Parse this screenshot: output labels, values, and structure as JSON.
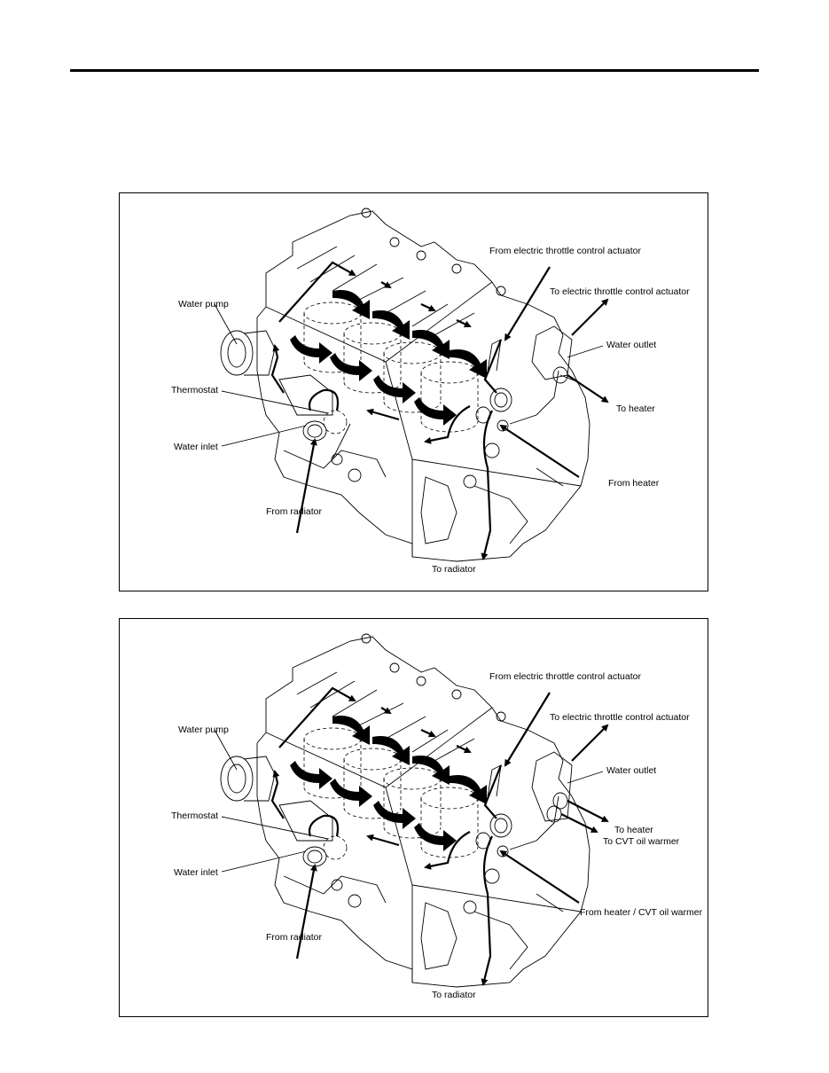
{
  "diagrams": [
    {
      "labels": {
        "from_etc": "From electric throttle control actuator",
        "to_etc": "To electric throttle control actuator",
        "water_pump": "Water pump",
        "water_outlet": "Water outlet",
        "thermostat": "Thermostat",
        "to_heater": "To heater",
        "water_inlet": "Water inlet",
        "from_heater": "From heater",
        "from_radiator": "From radiator",
        "to_radiator": "To radiator"
      }
    },
    {
      "labels": {
        "from_etc": "From electric throttle control actuator",
        "to_etc": "To electric throttle control actuator",
        "water_pump": "Water pump",
        "water_outlet": "Water outlet",
        "thermostat": "Thermostat",
        "to_heater": "To heater",
        "to_cvt": "To CVT oil warmer",
        "water_inlet": "Water inlet",
        "from_heater": "From heater / CVT oil warmer",
        "from_radiator": "From radiator",
        "to_radiator": "To radiator"
      }
    }
  ]
}
